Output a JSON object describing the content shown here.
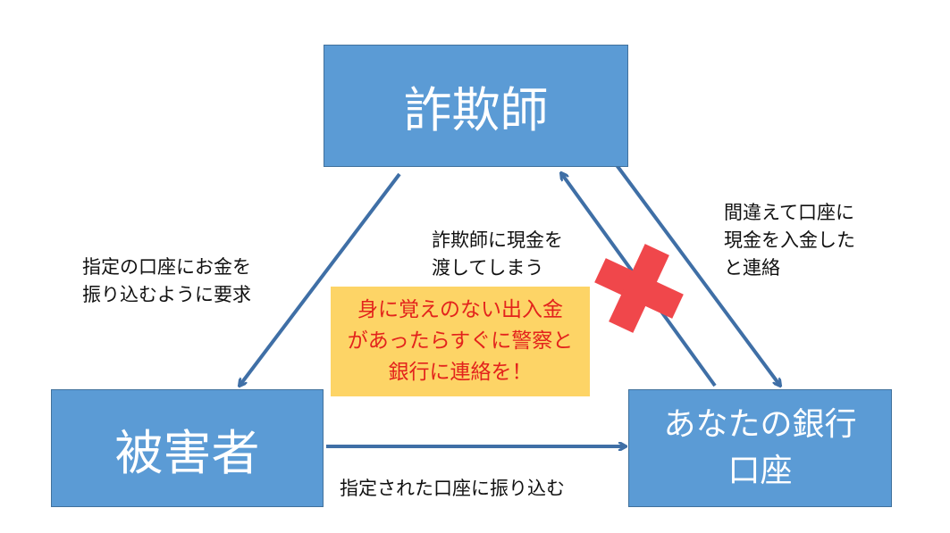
{
  "nodes": {
    "fraudster": "詐欺師",
    "victim": "被害者",
    "your_bank": "あなたの銀行\n口座"
  },
  "edges": {
    "demand": "指定の口座にお金を\n振り込むように要求",
    "transfer": "指定された口座に振り込む",
    "hand_cash": "詐欺師に現金を\n渡してしまう",
    "contact": "間違えて口座に\n現金を入金した\nと連絡"
  },
  "warning": "身に覚えのない出入金\nがあったらすぐに警察と\n銀行に連絡を！",
  "colors": {
    "box": "#5b9bd5",
    "arrow": "#3f6fa6",
    "cross": "#f0474b",
    "warning_bg": "#fdd466",
    "warning_text": "#e3231c"
  }
}
